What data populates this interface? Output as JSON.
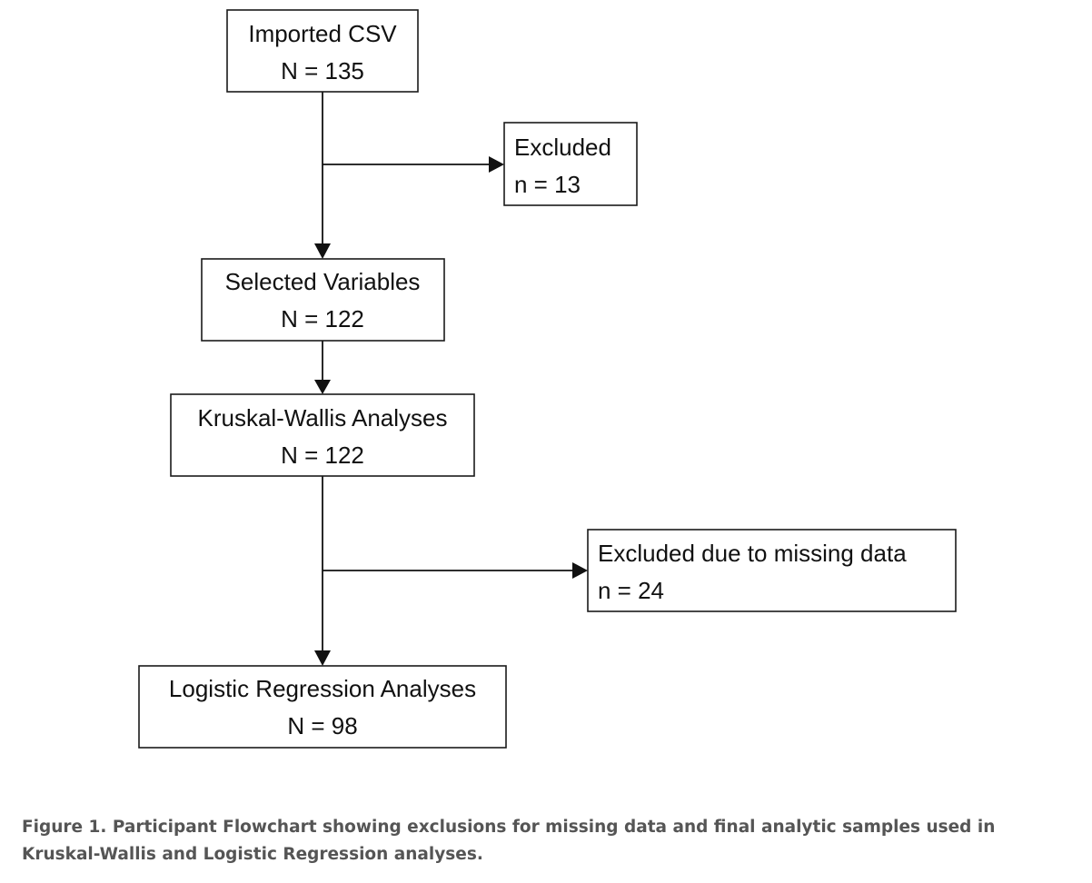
{
  "diagram": {
    "nodes": [
      {
        "id": "imported",
        "line1": "Imported CSV",
        "line2": "N = 135"
      },
      {
        "id": "excluded",
        "line1": "Excluded",
        "line2": "n = 13"
      },
      {
        "id": "selected",
        "line1": "Selected Variables",
        "line2": "N = 122"
      },
      {
        "id": "kruskal",
        "line1": "Kruskal-Wallis Analyses",
        "line2": "N = 122"
      },
      {
        "id": "excluded_missing",
        "line1": "Excluded due to missing data",
        "line2": "n = 24"
      },
      {
        "id": "logistic",
        "line1": "Logistic Regression Analyses",
        "line2": "N = 98"
      }
    ],
    "edges": [
      {
        "from": "imported",
        "to": "selected"
      },
      {
        "from": "imported",
        "to": "excluded"
      },
      {
        "from": "selected",
        "to": "kruskal"
      },
      {
        "from": "kruskal",
        "to": "logistic"
      },
      {
        "from": "kruskal",
        "to": "excluded_missing"
      }
    ]
  },
  "caption": "Figure 1. Participant Flowchart showing exclusions for missing data and final analytic samples used in Kruskal-Wallis and Logistic Regression analyses."
}
